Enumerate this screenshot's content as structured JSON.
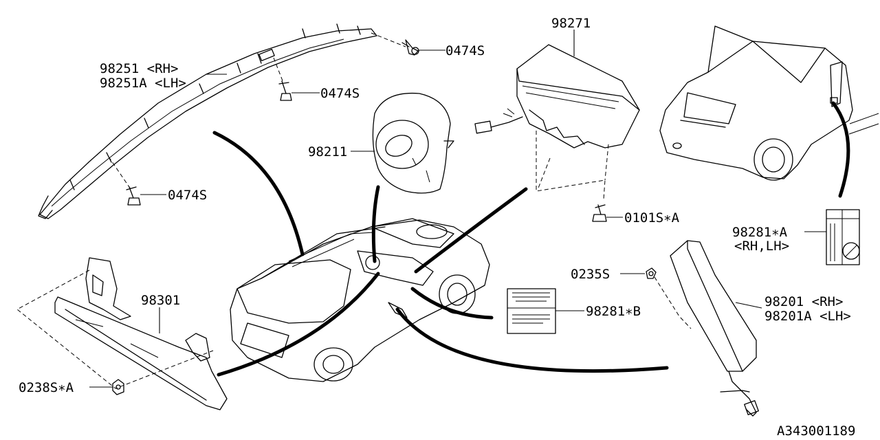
{
  "diagram_id": "A343001189",
  "labels": {
    "p98271": "98271",
    "p0474s_top": "0474S",
    "p98251": "98251  <RH>",
    "p98251a": "98251A <LH>",
    "p0474s_mid": "0474S",
    "p98211": "98211",
    "p0474s_low": "0474S",
    "p0101s": "0101S∗A",
    "p98281a": "98281∗A",
    "p98281a_sides": "<RH,LH>",
    "p0235s": "0235S",
    "p98281b": "98281∗B",
    "p98301": "98301",
    "p98201": "98201  <RH>",
    "p98201a": "98201A <LH>",
    "p0238s": "0238S∗A"
  }
}
